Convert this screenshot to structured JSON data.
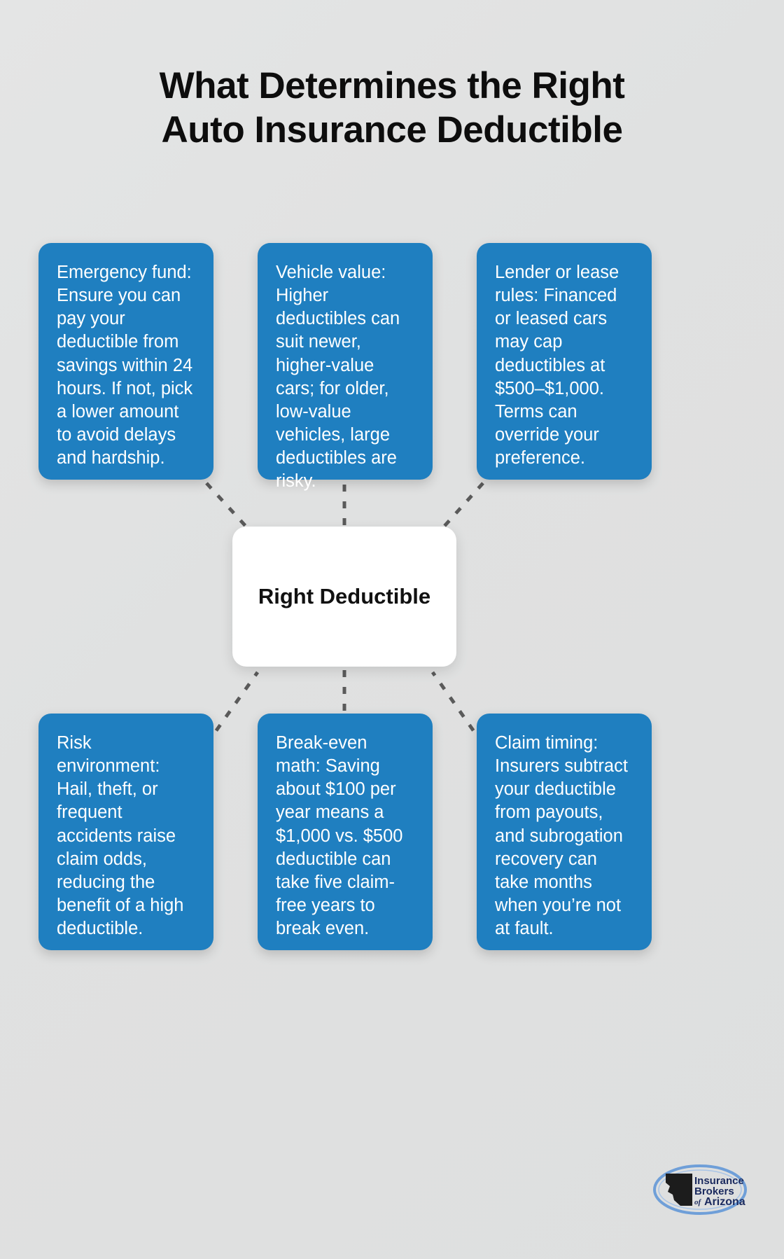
{
  "page": {
    "background_color": "#e2e3e3",
    "card_color": "#1f7fc0",
    "center_color": "#ffffff",
    "connector_color": "#5a5a5a",
    "title_color": "#0d0d0d"
  },
  "title": {
    "line1": "What Determines the Right",
    "line2": "Auto Insurance Deductible"
  },
  "center": {
    "label": "Right Deductible"
  },
  "cards": [
    {
      "id": "emergency-fund",
      "text": "Emergency fund: Ensure you can pay your deductible from savings within 24 hours. If not, pick a lower amount to avoid delays and hardship."
    },
    {
      "id": "vehicle-value",
      "text": "Vehicle value: Higher deductibles can suit newer, higher-value cars; for older, low-value vehicles, large deductibles are risky."
    },
    {
      "id": "lender-or-lease-rules",
      "text": "Lender or lease rules: Financed or leased cars may cap deductibles at $500–$1,000. Terms can override your preference."
    },
    {
      "id": "risk-environment",
      "text": "Risk environment: Hail, theft, or frequent accidents raise claim odds, reducing the benefit of a high deductible."
    },
    {
      "id": "break-even-math",
      "text": "Break-even math: Saving about $100 per year means a $1,000 vs. $500 deductible can take five claim-free years to break even."
    },
    {
      "id": "claim-timing",
      "text": "Claim timing: Insurers subtract your deductible from payouts, and subrogation recovery can take months when you’re not at fault."
    }
  ],
  "logo": {
    "line1": "Insurance",
    "line2": "Brokers",
    "line3_prefix": "of",
    "line3": "Arizona",
    "shape": "arizona-state-silhouette",
    "ring_color": "#6f9fd8",
    "text_color": "#1b2a5e"
  }
}
